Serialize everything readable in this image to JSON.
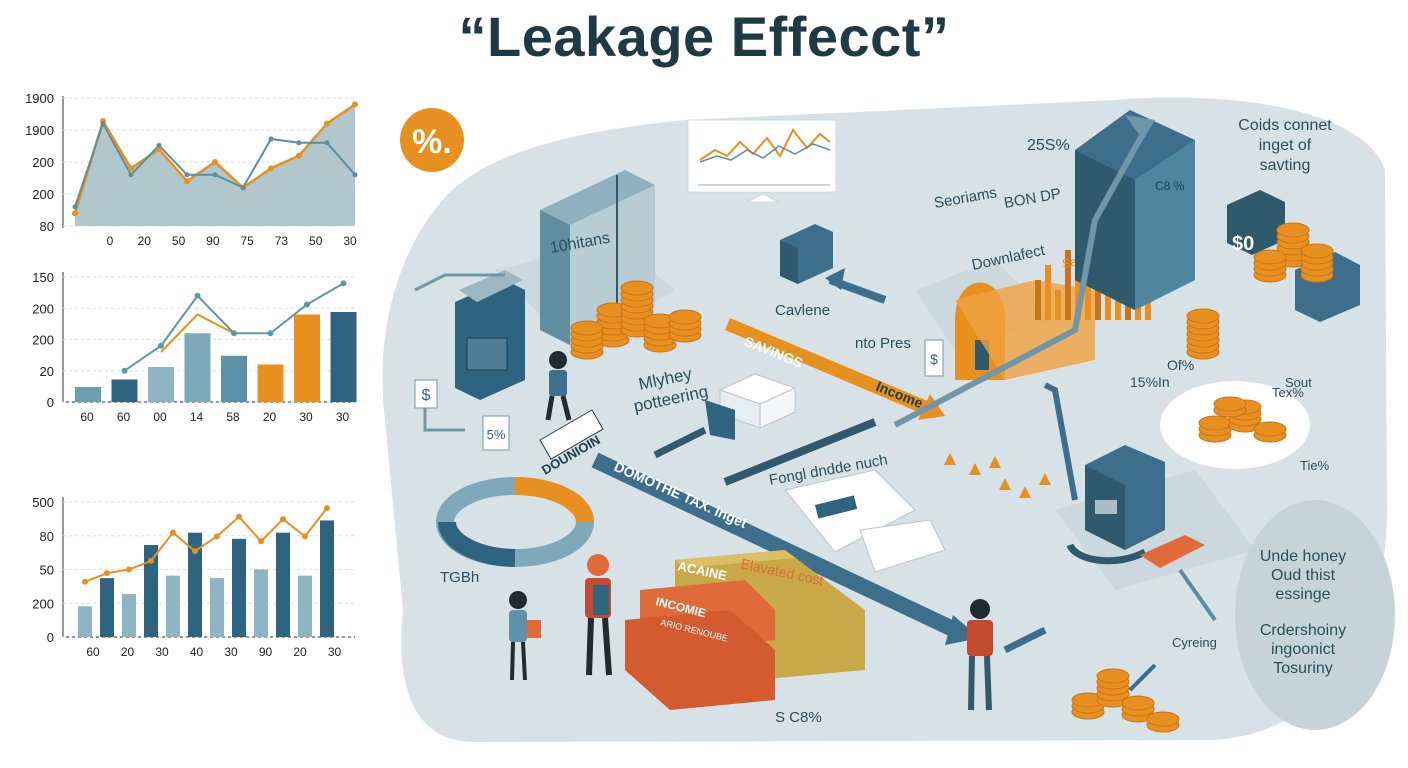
{
  "title": "“Leakage Effecct”",
  "chart_data": [
    {
      "type": "area",
      "yticks": [
        "1900",
        "1900",
        "200",
        "200",
        "80"
      ],
      "xticks": [
        "0",
        "20",
        "50",
        "90",
        "75",
        "73",
        "50",
        "30"
      ],
      "series": [
        {
          "values": [
            0.1,
            0.82,
            0.45,
            0.6,
            0.35,
            0.5,
            0.3,
            0.45,
            0.55,
            0.8,
            0.95
          ]
        },
        {
          "values": [
            0.15,
            0.8,
            0.4,
            0.63,
            0.4,
            0.4,
            0.3,
            0.68,
            0.65,
            0.65,
            0.4
          ]
        }
      ],
      "colors": [
        "#a9c1c8",
        "#e8901f",
        "#5a8fa3"
      ]
    },
    {
      "type": "bar",
      "yticks": [
        "150",
        "200",
        "200",
        "20",
        "0"
      ],
      "categories": [
        "60",
        "60",
        "00",
        "14",
        "58",
        "20",
        "30",
        "30"
      ],
      "values": [
        12,
        18,
        28,
        55,
        37,
        30,
        70,
        72
      ],
      "bar_colors": [
        "#6f9db0",
        "#2f6480",
        "#8fb4c3",
        "#7ea9bb",
        "#5f92a8",
        "#e8901f",
        "#e8901f",
        "#2f6480"
      ],
      "series": [
        {
          "values": [
            null,
            25,
            45,
            85,
            55,
            55,
            78,
            95
          ]
        },
        {
          "values": [
            null,
            null,
            40,
            70,
            55,
            null,
            null,
            null
          ]
        }
      ]
    },
    {
      "type": "bar",
      "yticks": [
        "500",
        "80",
        "50",
        "200",
        "0"
      ],
      "categories": [
        "60",
        "20",
        "30",
        "40",
        "30",
        "90",
        "20",
        "30"
      ],
      "values": [
        25,
        48,
        35,
        75,
        50,
        85,
        48,
        80,
        55,
        85,
        50,
        95
      ],
      "series": [
        {
          "values": [
            45,
            52,
            55,
            62,
            85,
            70,
            82,
            98,
            78,
            96,
            82,
            105
          ]
        }
      ]
    }
  ],
  "scene": {
    "percent_badge": "%.",
    "labels": {
      "top_pct": "25S%",
      "corner_note": [
        "Coids connet",
        "inget of",
        "savting"
      ],
      "dollar_box": "$0",
      "monitor_stat": "C8 %",
      "seoriams": "Seoriams",
      "bon_dp": "BON DP",
      "downlafect": "Downlafect",
      "savlerd": "Savlerd",
      "tohitans": "10hitans",
      "cavlene": "Cavlene",
      "savings": "SAVINGS",
      "income": "Income",
      "nto_pros": "nto Pres",
      "mlyhey": "Mlyhey",
      "pottering": "potteering",
      "dollar_sign": "$",
      "pct_5": "5%",
      "fongi": "Fongl dndde nuch",
      "donation": "DOUNIOIN",
      "domestic_tax": "DOMOTHE TAX. Inget",
      "tgbh": "TGBh",
      "acaine": "ACAINE",
      "income_bar": "INCOMIE",
      "income_sub": "ARIO RENOUBE",
      "elevated": "Elavated cost",
      "sc": "S C8%",
      "pct_15": "15%In",
      "of_pct": "Of%",
      "tex_pct": "Tex%",
      "sout": "Sout",
      "tiex": "Tie%",
      "cyreing": "Cyreing",
      "right_note_1": [
        "Unde honey",
        "Oud thist",
        "essinge"
      ],
      "right_note_2": [
        "Crdershoiny",
        "ingoonict",
        "Tosuriny"
      ]
    }
  }
}
